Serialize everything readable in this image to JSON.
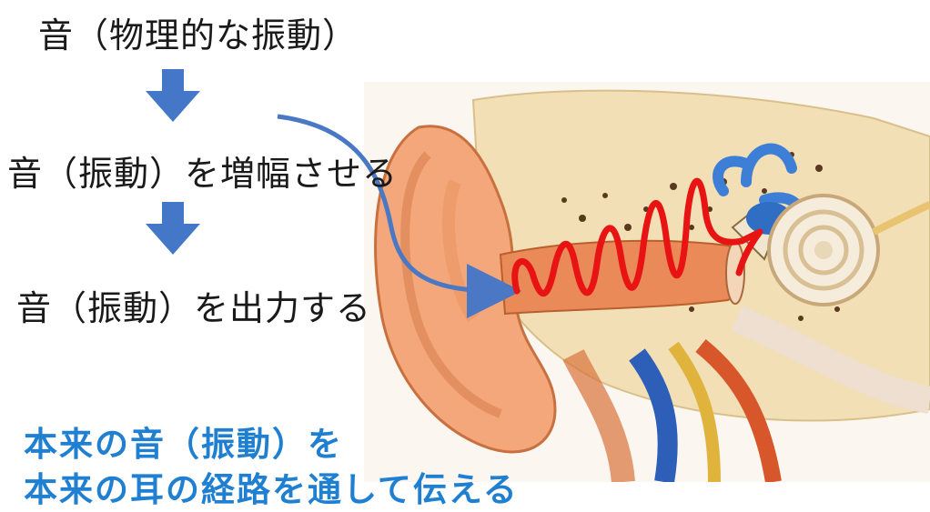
{
  "steps": [
    "音（物理的な振動）",
    "音（振動）を増幅させる",
    "音（振動）を出力する"
  ],
  "conclusion": [
    "本来の音（振動）を",
    "本来の耳の経路を通して伝える"
  ],
  "colors": {
    "step_text": "#1a1a1a",
    "down_arrow": "#4477c8",
    "curve_arrow": "#4a78c4",
    "sound_wave": "#e81414",
    "conclusion_text": "#1f7fd1"
  },
  "icons": {
    "down_arrow": "arrow-down-icon",
    "ear": "ear-anatomy-illustration",
    "wave": "sound-wave-scribble"
  }
}
